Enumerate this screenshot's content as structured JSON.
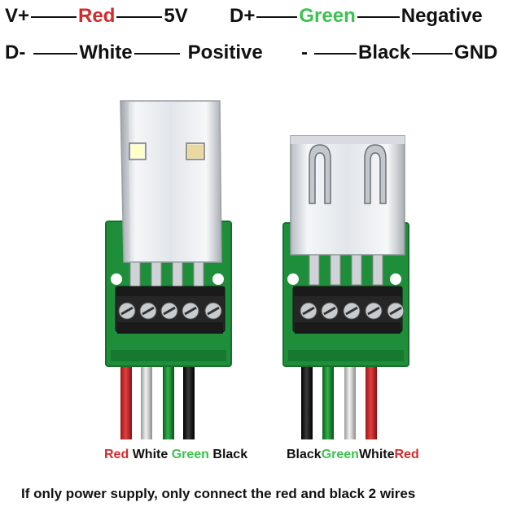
{
  "legend": {
    "row1": {
      "left": {
        "pin": "V+",
        "color": "Red",
        "meaning": "5V"
      },
      "right": {
        "pin": "D+",
        "color": "Green",
        "meaning": "Negative"
      }
    },
    "row2": {
      "left": {
        "pin": "D-",
        "color": "White",
        "meaning": "Positive"
      },
      "right": {
        "pin": "-",
        "color": "Black",
        "meaning": "GND"
      }
    }
  },
  "colors": {
    "red": "#d42a2a",
    "green": "#3cc24f",
    "black": "#111111",
    "pcb": "#1e8f3a",
    "terminal": "#2a2a2a"
  },
  "male_connector": {
    "wire_labels": [
      "Red",
      "White",
      "Green",
      "Black"
    ]
  },
  "female_connector": {
    "wire_labels": [
      "Black",
      "Green",
      "White",
      "Red"
    ]
  },
  "footer": {
    "note": "If only power supply, only connect the red and black 2 wires"
  }
}
